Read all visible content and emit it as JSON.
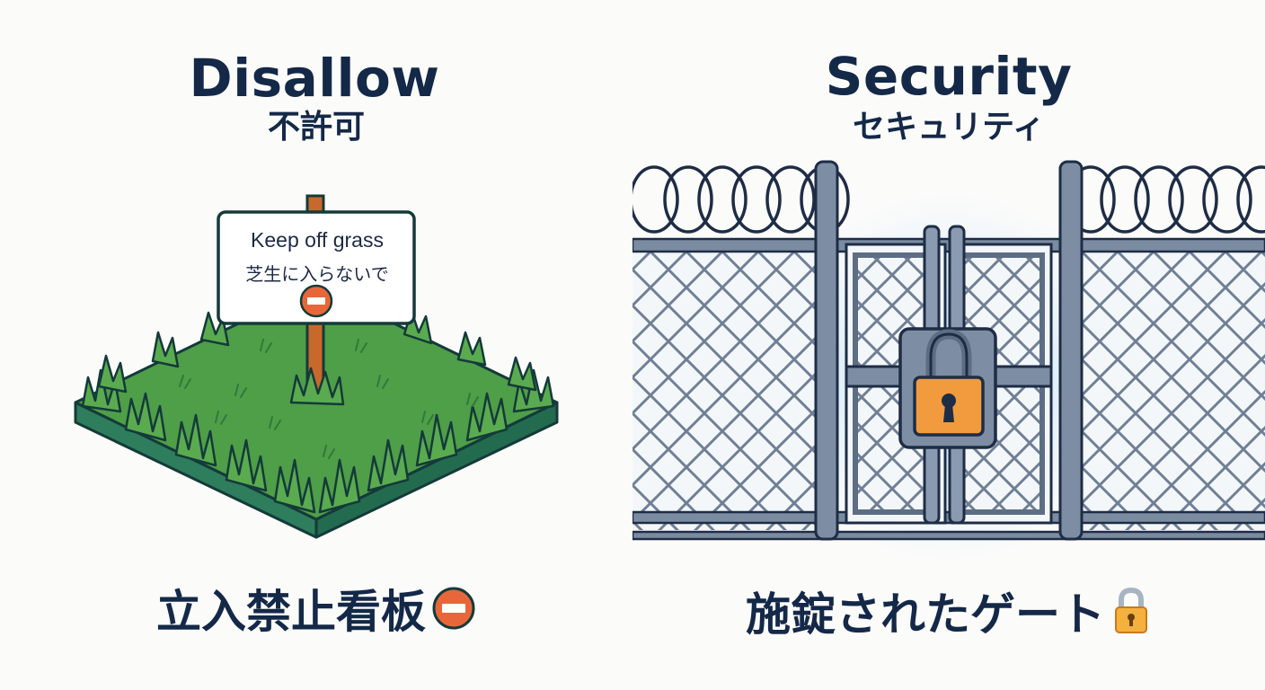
{
  "left": {
    "title": "Disallow",
    "subtitle": "不許可",
    "sign": {
      "line1": "Keep off grass",
      "line2": "芝生に入らないで",
      "icon": "no-entry-icon"
    },
    "caption": "立入禁止看板",
    "caption_icon": "no-entry-icon"
  },
  "right": {
    "title": "Security",
    "subtitle": "セキュリティ",
    "caption": "施錠されたゲート",
    "caption_icon": "padlock-icon"
  },
  "colors": {
    "navy": "#142848",
    "grass": "#4a9a46",
    "grass_edge": "#2b7a5a",
    "post": "#c8682c",
    "no_entry": "#e8673a",
    "fence_steel": "#6f7f95",
    "lock_orange": "#f2a04a",
    "glow_blue": "#4fa8f0"
  }
}
